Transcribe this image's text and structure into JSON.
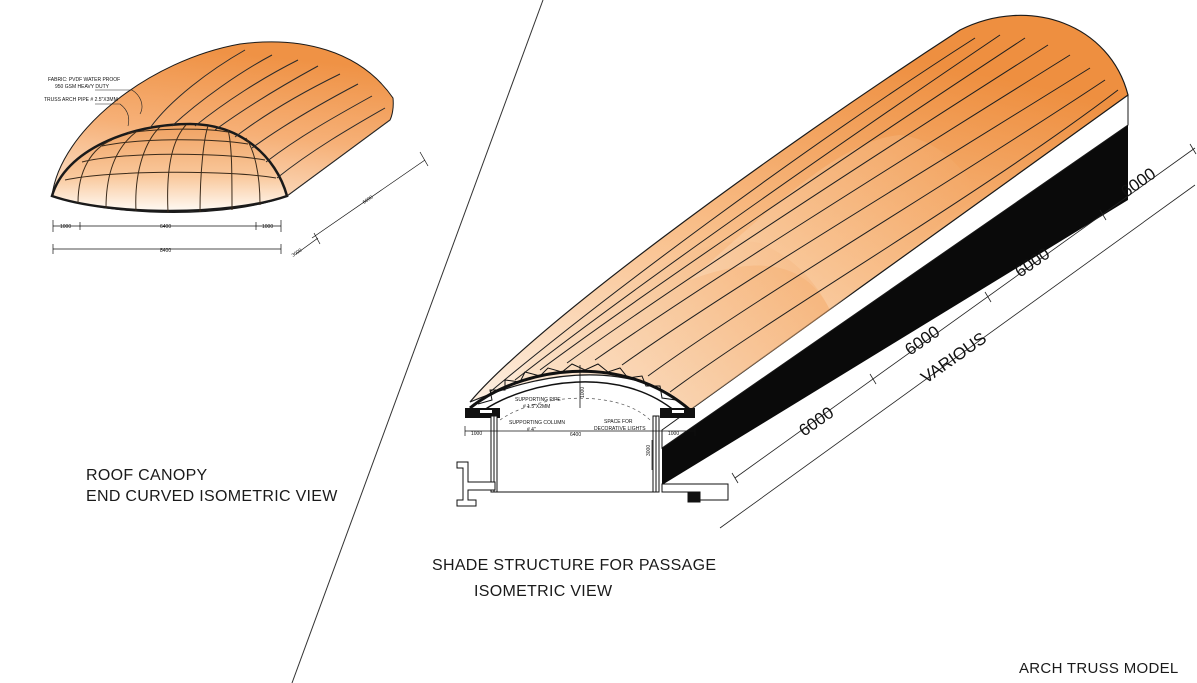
{
  "captions": {
    "left_title_line1": "ROOF CANOPY",
    "left_title_line2": "END CURVED ISOMETRIC VIEW",
    "right_title_line1": "SHADE STRUCTURE FOR PASSAGE",
    "right_title_line2": "ISOMETRIC VIEW",
    "model_label": "ARCH TRUSS MODEL"
  },
  "left_canopy": {
    "note_fabric_1": "FABRIC: PVDF WATER PROOF",
    "note_fabric_2": "950 GSM HEAVY DUTY",
    "note_truss": "TRUSS ARCH PIPE # 2.5\"X3MM",
    "dims": {
      "left_overhang": "1000",
      "span": "6400",
      "right_overhang": "1000",
      "overall": "8400",
      "length": "6000",
      "end_depth": "3000"
    }
  },
  "right_passage": {
    "note_supporting_pipe_1": "SUPPORTING PIPE",
    "note_supporting_pipe_2": "# 1.5\"X2MM",
    "note_supporting_column_1": "SUPPORTING COLUMN",
    "note_supporting_column_2": "# 4\"",
    "note_lights_1": "SPACE FOR",
    "note_lights_2": "DECORATIVE LIGHTS",
    "dims": {
      "rise": "1000",
      "left_overhang": "1000",
      "span": "6400",
      "right_overhang": "1000",
      "column_height": "3000",
      "bay1": "6000",
      "bay2": "6000",
      "bay3": "6000",
      "bay4": "6000",
      "overall": "VARIOUS"
    }
  },
  "colors": {
    "fabric_light": "#fdf0e2",
    "fabric_mid": "#f8b47a",
    "fabric_dark": "#ec8a3a",
    "line": "#1a1a1a"
  }
}
